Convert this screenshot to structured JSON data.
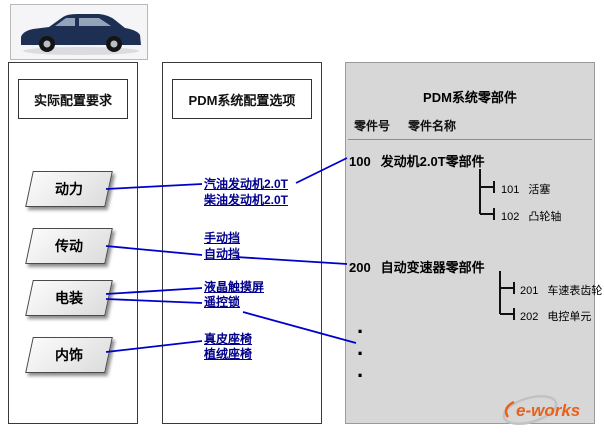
{
  "requirements_panel": {
    "title": "实际配置要求",
    "items": [
      {
        "label": "动力"
      },
      {
        "label": "传动"
      },
      {
        "label": "电装"
      },
      {
        "label": "内饰"
      }
    ]
  },
  "options_panel": {
    "title": "PDM系统配置选项",
    "options": [
      {
        "label": "汽油发动机2.0T"
      },
      {
        "label": "柴油发动机2.0T"
      },
      {
        "label": "手动挡"
      },
      {
        "label": "自动挡"
      },
      {
        "label": "液晶触摸屏"
      },
      {
        "label": "遥控锁"
      },
      {
        "label": "真皮座椅"
      },
      {
        "label": "植绒座椅"
      }
    ]
  },
  "parts_panel": {
    "title": "PDM系统零部件",
    "columns": {
      "part_no": "零件号",
      "part_name": "零件名称"
    },
    "tree": [
      {
        "no": "100",
        "name": "发动机2.0T零部件",
        "children": [
          {
            "no": "101",
            "name": "活塞"
          },
          {
            "no": "102",
            "name": "凸轮轴"
          }
        ]
      },
      {
        "no": "200",
        "name": "自动变速器零部件",
        "children": [
          {
            "no": "201",
            "name": "车速表齿轮"
          },
          {
            "no": "202",
            "name": "电控单元"
          }
        ]
      }
    ],
    "ellipsis_dot": "·"
  },
  "connections": [
    {
      "from": "动力",
      "to": "汽油发动机2.0T"
    },
    {
      "from": "汽油发动机2.0T",
      "to": "100 发动机2.0T零部件"
    },
    {
      "from": "传动",
      "to": "自动挡"
    },
    {
      "from": "自动挡",
      "to": "200 自动变速器零部件"
    },
    {
      "from": "电装",
      "to": "液晶触摸屏"
    },
    {
      "from": "电装",
      "to": "遥控锁"
    },
    {
      "from": "内饰",
      "to": "真皮座椅"
    },
    {
      "from": "真皮座椅",
      "to": "·"
    }
  ],
  "logo": {
    "text": "e-works"
  },
  "colors": {
    "connector": "#0000cc",
    "option_link": "#00008b",
    "parts_panel_bg": "#d7d7d7"
  }
}
